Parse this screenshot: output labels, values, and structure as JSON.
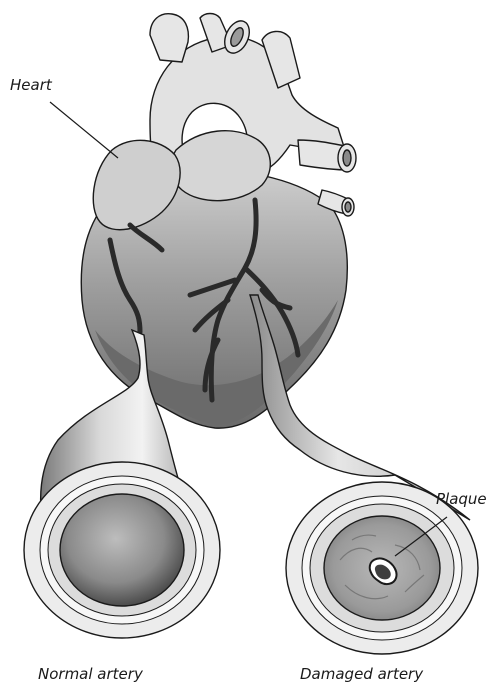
{
  "labels": {
    "heart": "Heart",
    "plaque": "Plaque",
    "normal_artery": "Normal artery",
    "damaged_artery": "Damaged artery"
  },
  "colors": {
    "outline": "#1a1a1a",
    "aorta_light": "#e2e2e2",
    "heart_upper": "#bdbdbd",
    "heart_lower": "#8c8c8c",
    "heart_dark": "#5e5e5e",
    "coronary_vessel": "#333333",
    "artery_wall": "#ececec",
    "lumen_dark": "#4a4a4a",
    "plaque_fill": "#9a9a9a"
  },
  "icons": [
    "heart-illustration",
    "normal-artery-cross-section",
    "damaged-artery-cross-section"
  ]
}
